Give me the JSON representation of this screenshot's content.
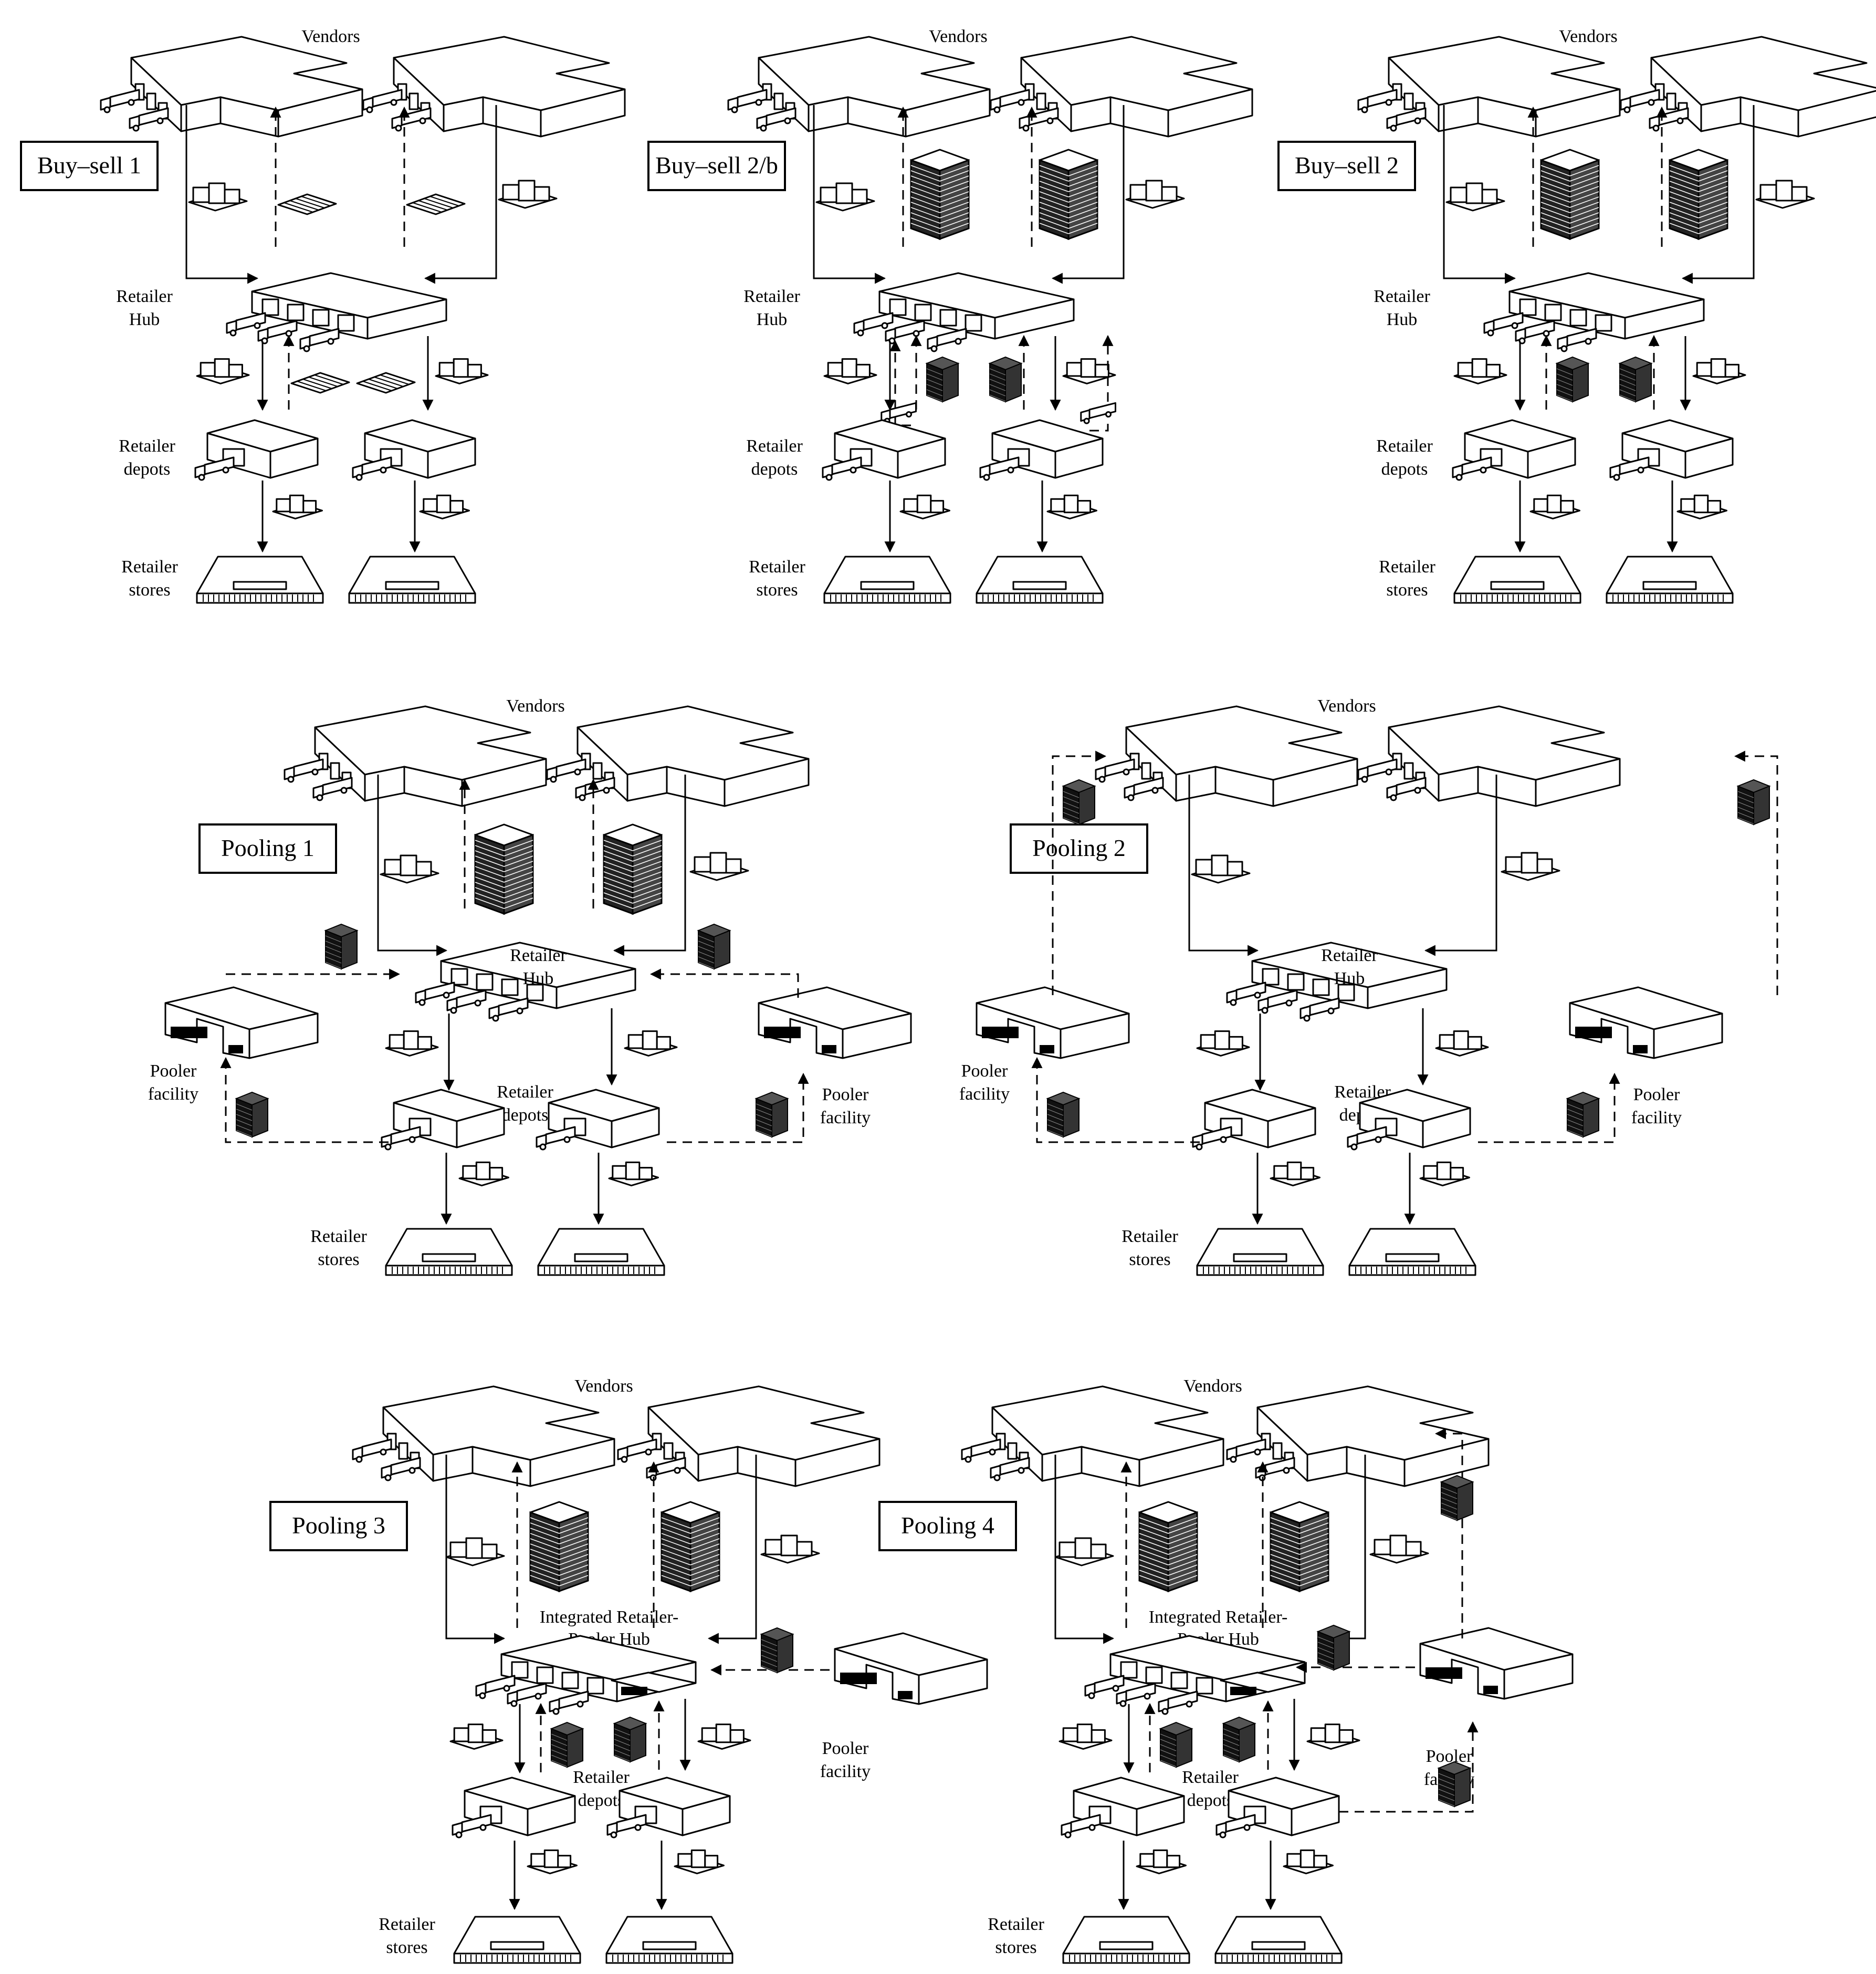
{
  "labels": {
    "vendors": "Vendors",
    "retailer_hub": [
      "Retailer",
      "Hub"
    ],
    "retailer_depots": [
      "Retailer",
      "depots"
    ],
    "retailer_stores": [
      "Retailer",
      "stores"
    ],
    "pooler_facility": [
      "Pooler",
      "facility"
    ],
    "integrated_hub": [
      "Integrated Retailer-",
      "Pooler Hub"
    ]
  },
  "panels": [
    {
      "id": "bs1",
      "title": "Buy–sell 1"
    },
    {
      "id": "bs2b",
      "title": "Buy–sell 2/b"
    },
    {
      "id": "bs2",
      "title": "Buy–sell 2"
    },
    {
      "id": "p1",
      "title": "Pooling 1"
    },
    {
      "id": "p2",
      "title": "Pooling 2"
    },
    {
      "id": "p3",
      "title": "Pooling 3"
    },
    {
      "id": "p4",
      "title": "Pooling 4"
    }
  ]
}
